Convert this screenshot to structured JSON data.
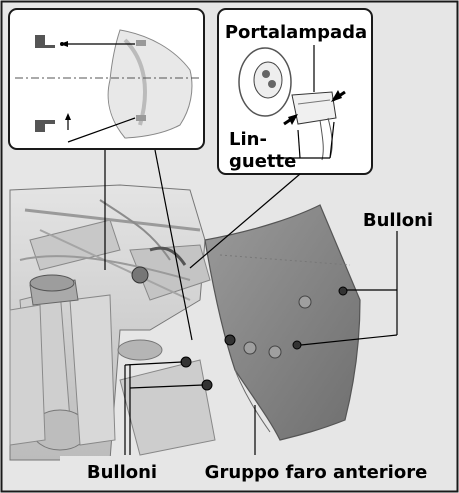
{
  "labels": {
    "lamp_holder": "Portalampada",
    "tabs_line1": "Lin-",
    "tabs_line2": "guette",
    "bolts_right": "Bulloni",
    "bolts_bottom": "Bulloni",
    "headlight_assembly": "Gruppo faro anteriore"
  },
  "colors": {
    "background": "#e6e6e6",
    "frame": "#1a1a1a",
    "fairing": "#8f8f8f",
    "engine": "#d4d4d4",
    "line": "#000000"
  }
}
